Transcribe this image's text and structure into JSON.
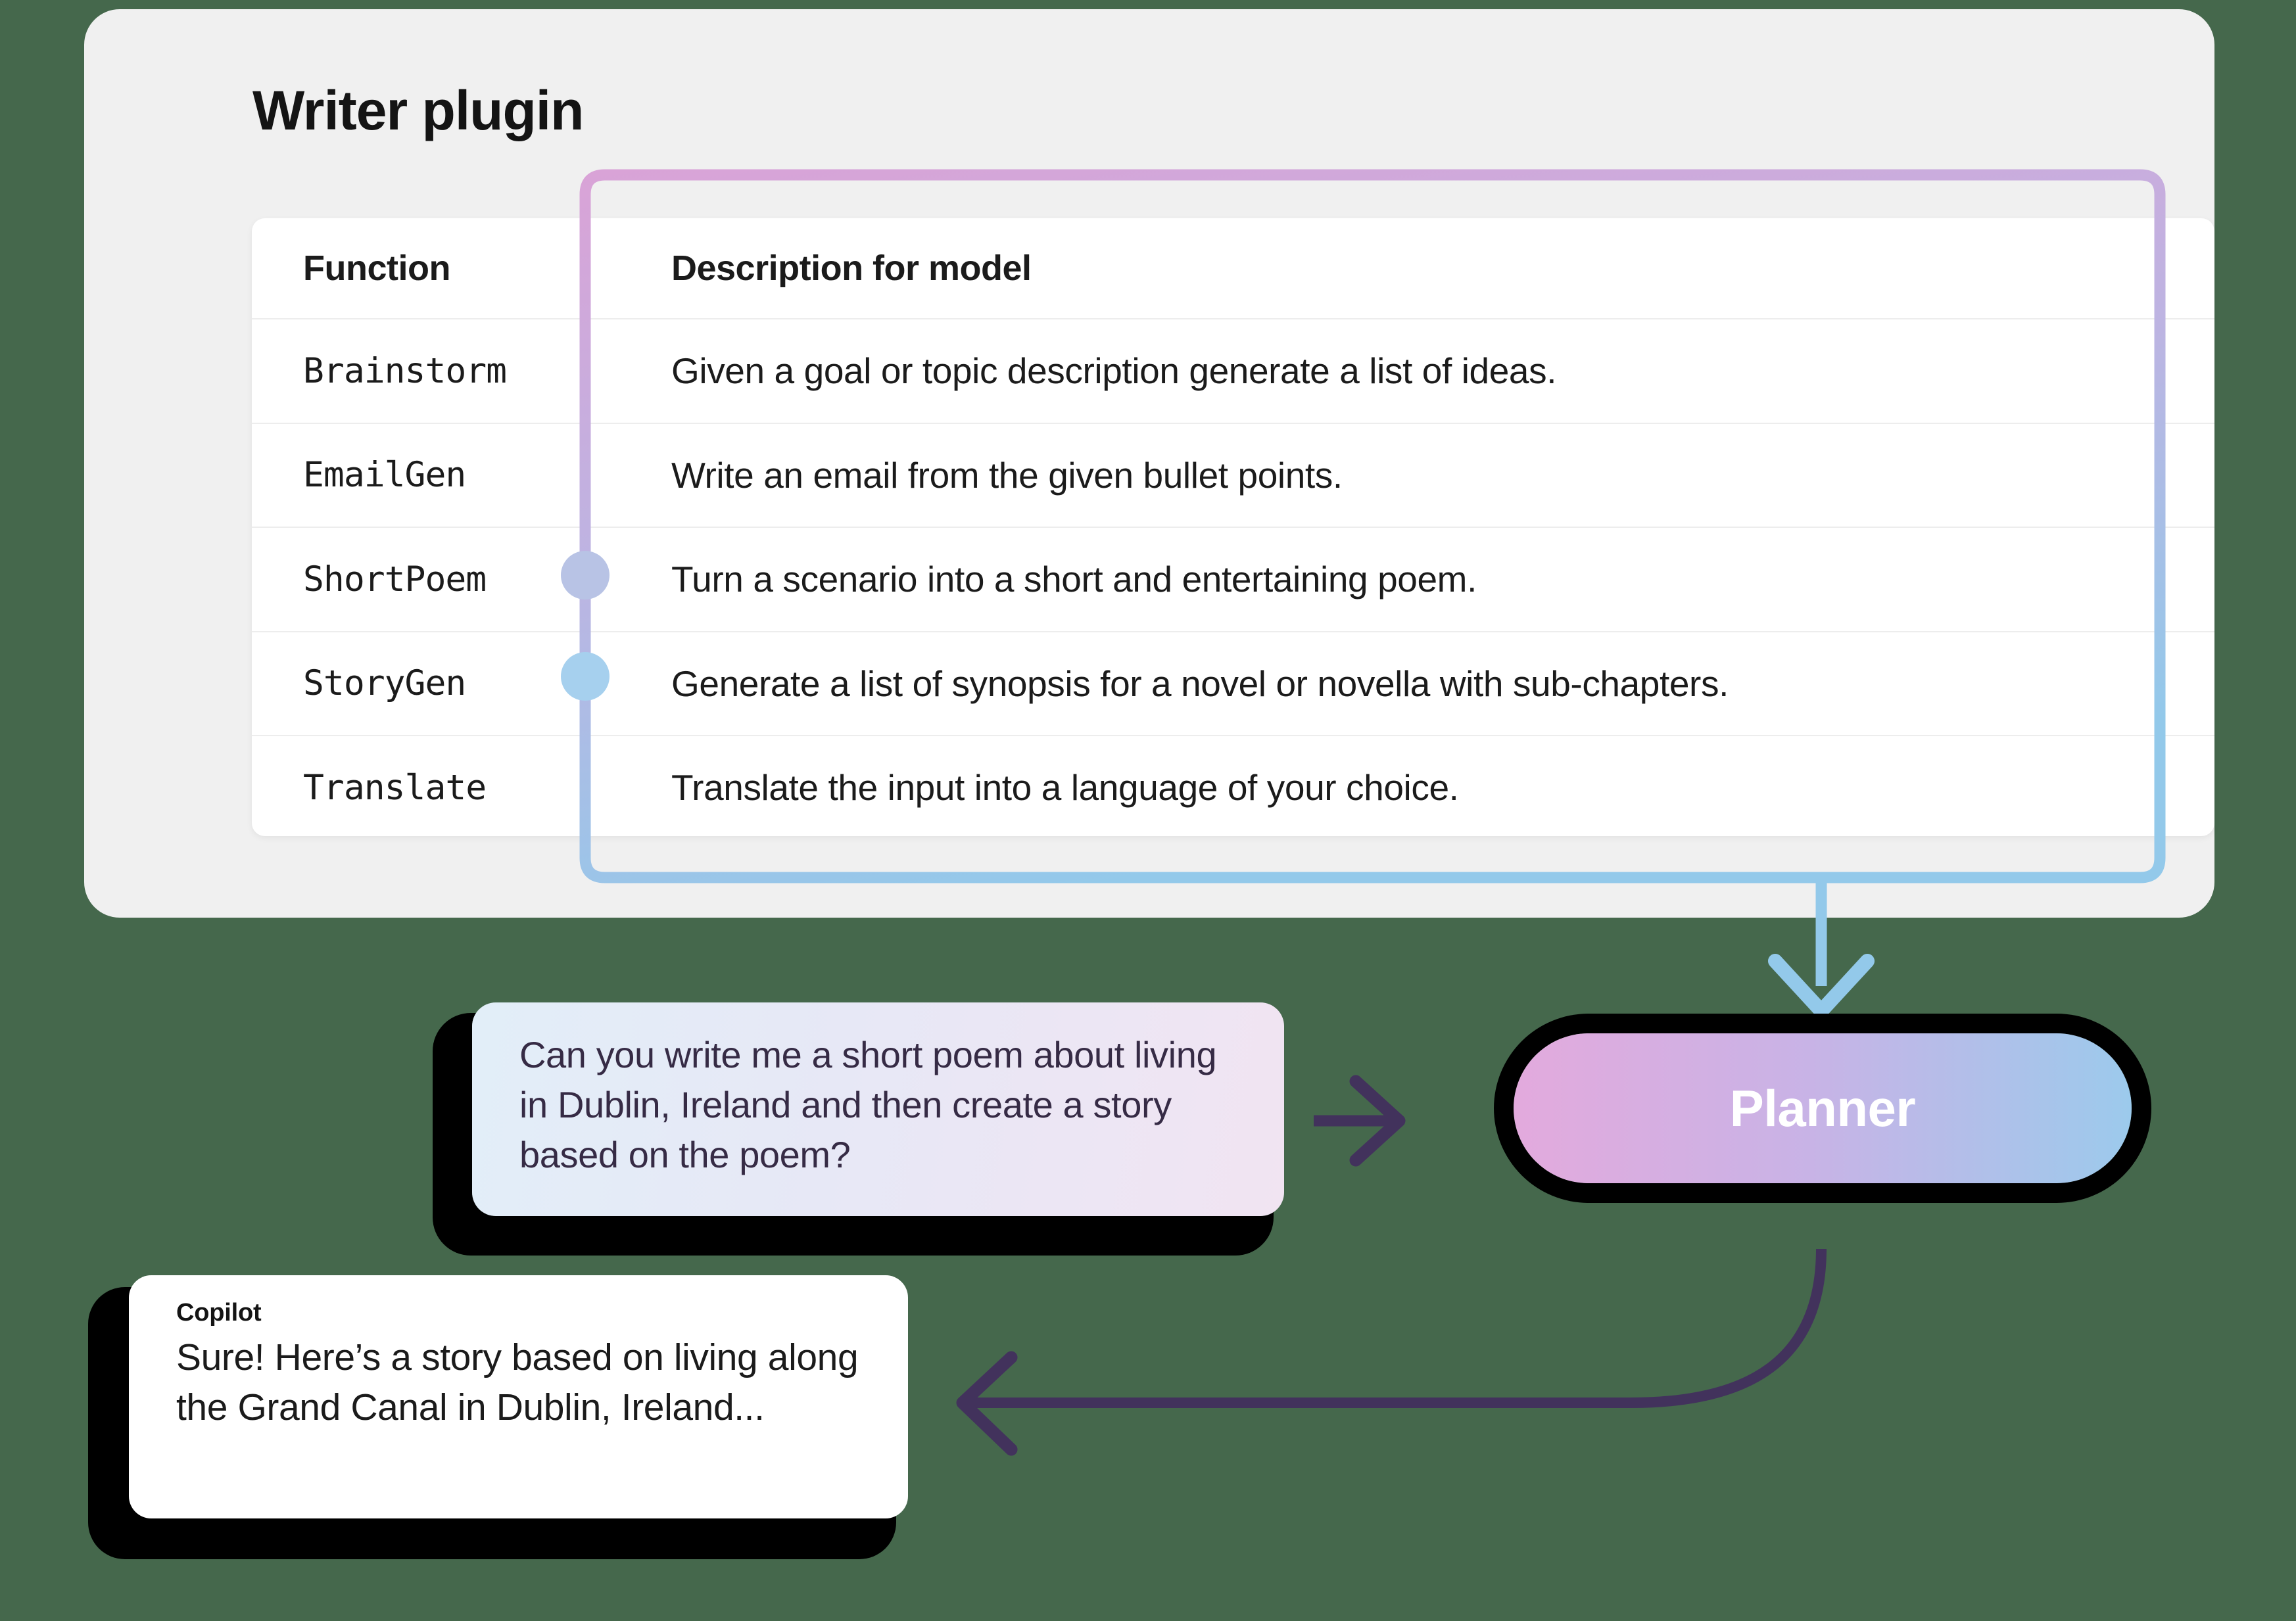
{
  "card": {
    "title": "Writer plugin"
  },
  "table": {
    "columns": [
      "Function",
      "Description for model"
    ],
    "rows": [
      {
        "function": "Brainstorm",
        "description": "Given a goal or topic description generate a list of ideas.",
        "selected": false
      },
      {
        "function": "EmailGen",
        "description": "Write an email from the given bullet points.",
        "selected": false
      },
      {
        "function": "ShortPoem",
        "description": "Turn a scenario into a short and entertaining poem.",
        "selected": true
      },
      {
        "function": "StoryGen",
        "description": "Generate a list of synopsis for a novel or novella with sub-chapters.",
        "selected": true
      },
      {
        "function": "Translate",
        "description": "Translate the input into a language of your choice.",
        "selected": false
      }
    ]
  },
  "conversation": {
    "user_message": "Can you write me a short poem about living in Dublin, Ireland and then create a story based on the poem?",
    "assistant_name": "Copilot",
    "assistant_message": "Sure! Here’s a story based on living along the Grand Canal in Dublin, Ireland..."
  },
  "planner": {
    "label": "Planner"
  },
  "colors": {
    "page_background": "#45684c",
    "card_background": "#f0f0f0",
    "table_background": "#ffffff",
    "wire_gradient_start": "#d9a3d7",
    "wire_gradient_end": "#93c9ea",
    "node_shortpoem": "#b8c3e5",
    "node_storygen": "#a6d0ee",
    "arrow_dark": "#42325c",
    "planner_gradient_start": "#e3aadd",
    "planner_gradient_end": "#9ccaec",
    "bubble_shadow": "#000000"
  }
}
